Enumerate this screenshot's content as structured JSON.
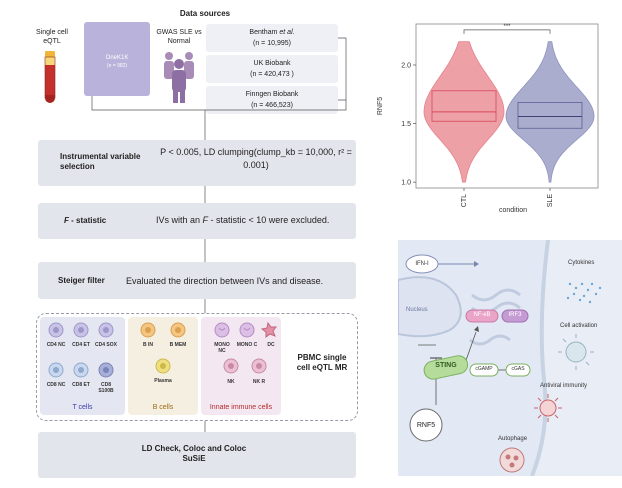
{
  "data_sources": {
    "title": "Data sources",
    "single_cell_label": "Single cell eQTL",
    "onek1k": "OneK1K",
    "onek1k_n": "(n = 982)",
    "gwas_label": "GWAS SLE vs Normal",
    "bentham_name": "Bentham",
    "bentham_etal": "et al.",
    "bentham_n": "(n = 10,995)",
    "ukb": "UK Biobank",
    "ukb_n": "(n = 420,473 )",
    "finngen": "Finngen Biobank",
    "finngen_n": "(n = 466,523)"
  },
  "steps": {
    "iv_label": "Instrumental variable selection",
    "iv_text": "P < 0.005, LD clumping(clump_kb = 10,000,   r² = 0.001)",
    "f_label_italic": "F",
    "f_label_rest": " - statistic",
    "f_text_a": "IVs with an ",
    "f_text_b": "F",
    "f_text_c": " - statistic < 10 were excluded.",
    "steiger_label": "Steiger filter",
    "steiger_text": "Evaluated the direction between IVs and disease.",
    "pbmc_label": "PBMC single cell eQTL MR",
    "final_label": "LD Check, Coloc and Coloc SuSiE"
  },
  "cell_groups": {
    "t_cells_title": "T cells",
    "b_cells_title": "B cells",
    "innate_title": "Innate immune cells",
    "t_cells": [
      "CD4 NC",
      "CD4 ET",
      "CD4 SOX",
      "CD8 NC",
      "CD8 ET",
      "CD8 S100B"
    ],
    "b_cells": [
      "B IN",
      "B MEM",
      "Plasma"
    ],
    "innate": [
      "MONO NC",
      "MONO C",
      "DC",
      "NK",
      "NK R"
    ]
  },
  "violin": {
    "significance": "***",
    "ylabel": "RNF5",
    "xlabel": "condition",
    "y_ticks": [
      "2.0",
      "1.5",
      "1.0"
    ]
  },
  "chart_data": {
    "type": "violin",
    "categories": [
      "CTL",
      "SLE"
    ],
    "ylabel": "RNF5",
    "xlabel": "condition",
    "ylim": [
      0.95,
      2.35
    ],
    "series": [
      {
        "name": "CTL",
        "color": "#e8808a",
        "median": 1.6,
        "q1": 1.52,
        "q3": 1.78,
        "min": 1.0,
        "max": 2.2
      },
      {
        "name": "SLE",
        "color": "#8f92bd",
        "median": 1.56,
        "q1": 1.46,
        "q3": 1.68,
        "min": 1.0,
        "max": 2.2
      }
    ]
  },
  "mechanism": {
    "ifn": "IFN-I",
    "nucleus": "Nucleus",
    "nfkb": "NF-κB",
    "irf3": "IRF3",
    "sting": "STING",
    "cgamp": "cGAMP",
    "cgas": "cGAS",
    "rnf5": "RNF5",
    "cytokines": "Cytokines",
    "cell_activation": "Cell activation",
    "antiviral": "Antiviral immunity",
    "autophage": "Autophage"
  },
  "colors": {
    "ctl": "#e8808a",
    "sle": "#8f92bd",
    "onek1k": "#b9b2da",
    "step_bg": "#e3e5ec",
    "sting_green": "#b6dc9c",
    "nfkb_pink": "#e9a4c8",
    "irf3_purple": "#c59bd4"
  }
}
